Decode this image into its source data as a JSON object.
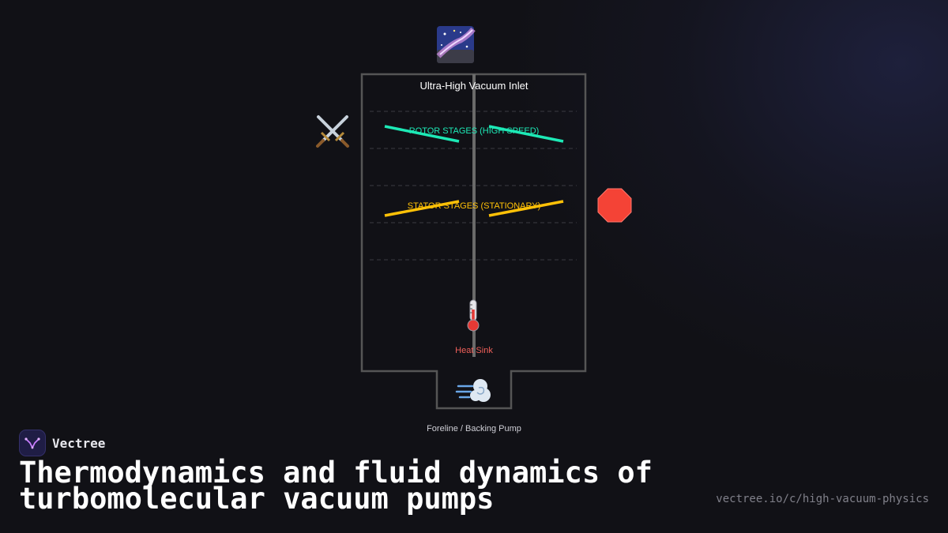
{
  "diagram": {
    "inlet_icon": "milky-way-icon",
    "inlet_label": "Ultra-High Vacuum Inlet",
    "rotor_label": "ROTOR STAGES (HIGH SPEED)",
    "rotor_icon": "crossed-swords-icon",
    "rotor_color": "#1de9b6",
    "stator_label": "STATOR STAGES (STATIONARY)",
    "stator_icon": "stop-sign-icon",
    "stator_color": "#ffc107",
    "heat_icon": "thermometer-icon",
    "heat_label": "Heat Sink",
    "heat_color": "#f0605a",
    "exhaust_icon": "dashing-away-icon",
    "foreline_label": "Foreline / Backing Pump",
    "outline_color": "#555555"
  },
  "brand": {
    "name": "Vectree",
    "logo_icon": "vectree-logo-icon"
  },
  "headline": "Thermodynamics and fluid dynamics of turbomolecular vacuum pumps",
  "url": "vectree.io/c/high-vacuum-physics"
}
